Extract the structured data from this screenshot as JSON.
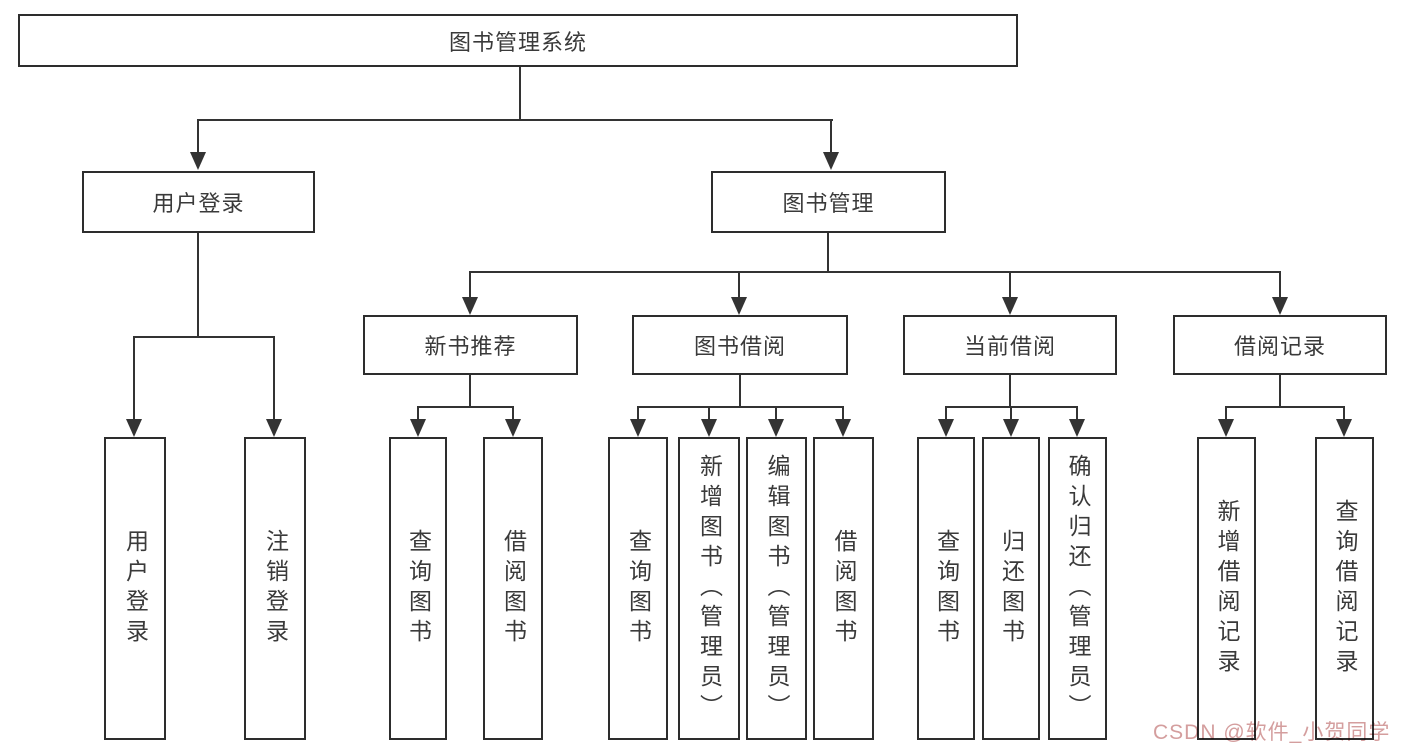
{
  "colors": {
    "line": "#333333",
    "box_border": "#2d2d2d",
    "text": "#3a3a3a",
    "background": "#ffffff",
    "watermark": "#d49e9e"
  },
  "root": {
    "label": "图书管理系统"
  },
  "level2": [
    {
      "label": "用户登录"
    },
    {
      "label": "图书管理"
    }
  ],
  "level3": [
    {
      "label": "新书推荐"
    },
    {
      "label": "图书借阅"
    },
    {
      "label": "当前借阅"
    },
    {
      "label": "借阅记录"
    }
  ],
  "leaves": {
    "user_login": [
      {
        "label": "用户登录"
      },
      {
        "label": "注销登录"
      }
    ],
    "new_book": [
      {
        "label": "查询图书"
      },
      {
        "label": "借阅图书"
      }
    ],
    "book_borrow": [
      {
        "label": "查询图书"
      },
      {
        "label": "新增图书（管理员）"
      },
      {
        "label": "编辑图书（管理员）"
      },
      {
        "label": "借阅图书"
      }
    ],
    "current": [
      {
        "label": "查询图书"
      },
      {
        "label": "归还图书"
      },
      {
        "label": "确认归还（管理员）"
      }
    ],
    "records": [
      {
        "label": "新增借阅记录"
      },
      {
        "label": "查询借阅记录"
      }
    ]
  },
  "watermark": {
    "text": "CSDN @软件_小贺同学"
  }
}
